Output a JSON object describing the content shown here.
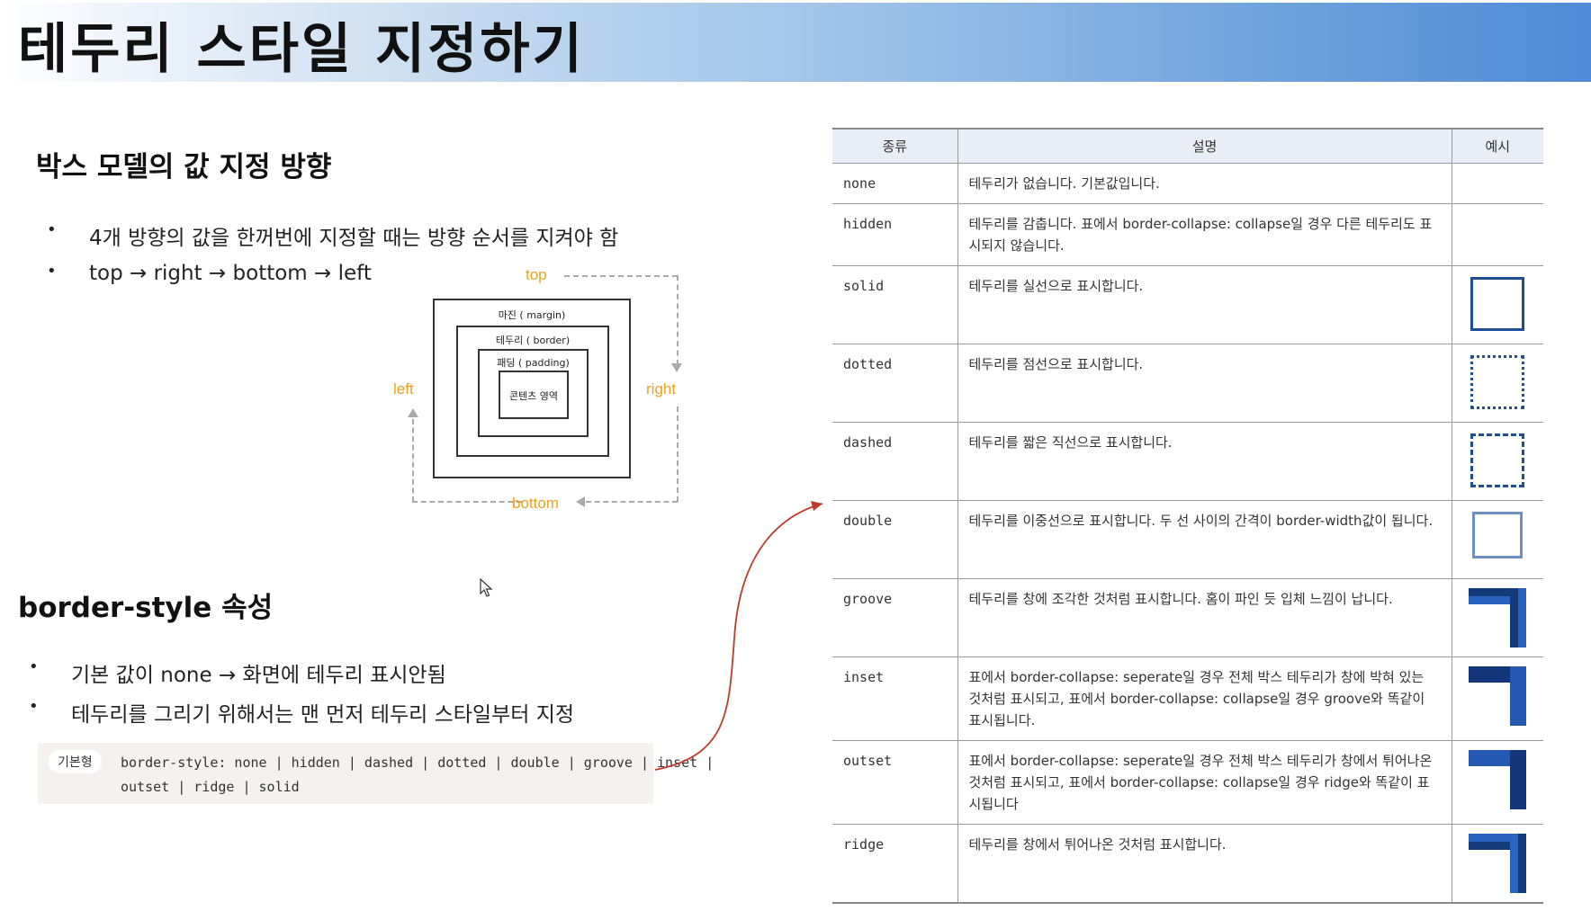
{
  "title": "테두리 스타일 지정하기",
  "section1": {
    "heading": "박스 모델의 값 지정 방향",
    "bullets": [
      "4개 방향의 값을 한꺼번에 지정할 때는 방향 순서를 지켜야 함",
      "top → right → bottom → left"
    ]
  },
  "diagram": {
    "labels": {
      "top": "top",
      "right": "right",
      "bottom": "bottom",
      "left": "left"
    },
    "margin": "마진 ( margin)",
    "border": "테두리 ( border)",
    "padding": "패딩 ( padding)",
    "content": "콘텐츠 영역"
  },
  "section2": {
    "heading": "border-style 속성",
    "bullets": [
      "기본 값이 none → 화면에 테두리 표시안됨",
      "테두리를 그리기 위해서는 맨 먼저 테두리 스타일부터 지정"
    ]
  },
  "code": {
    "tag": "기본형",
    "line1": "border-style: none | hidden | dashed | dotted | double | groove | inset |",
    "line2": "outset | ridge | solid"
  },
  "table": {
    "headers": [
      "종류",
      "설명",
      "예시"
    ],
    "rows": [
      {
        "kind": "none",
        "desc": "테두리가 없습니다. 기본값입니다.",
        "example": ""
      },
      {
        "kind": "hidden",
        "desc": "테두리를 감춥니다. 표에서 border-collapse: collapse일 경우 다른 테두리도 표시되지 않습니다.",
        "example": ""
      },
      {
        "kind": "solid",
        "desc": "테두리를 실선으로 표시합니다.",
        "example": "solid"
      },
      {
        "kind": "dotted",
        "desc": "테두리를 점선으로 표시합니다.",
        "example": "dotted"
      },
      {
        "kind": "dashed",
        "desc": "테두리를 짧은 직선으로 표시합니다.",
        "example": "dashed"
      },
      {
        "kind": "double",
        "desc": "테두리를 이중선으로 표시합니다. 두 선 사이의 간격이 border-width값이 됩니다.",
        "example": "double"
      },
      {
        "kind": "groove",
        "desc": "테두리를 창에 조각한 것처럼 표시합니다. 홈이 파인 듯 입체 느낌이 납니다.",
        "example": "groove"
      },
      {
        "kind": "inset",
        "desc": "표에서 border-collapse: seperate일 경우 전체 박스 테두리가 창에 박혀 있는 것처럼 표시되고, 표에서 border-collapse: collapse일 경우 groove와 똑같이 표시됩니다.",
        "example": "inset"
      },
      {
        "kind": "outset",
        "desc": "표에서 border-collapse: seperate일 경우 전체 박스 테두리가 창에서 튀어나온 것처럼 표시되고, 표에서 border-collapse: collapse일 경우 ridge와 똑같이 표시됩니다",
        "example": "outset"
      },
      {
        "kind": "ridge",
        "desc": "테두리를 창에서 튀어나온 것처럼 표시합니다.",
        "example": "ridge"
      }
    ]
  },
  "colors": {
    "accent_orange": "#f0a020",
    "example_blue": "#1e4e98",
    "arrow_red": "#c0392b"
  }
}
